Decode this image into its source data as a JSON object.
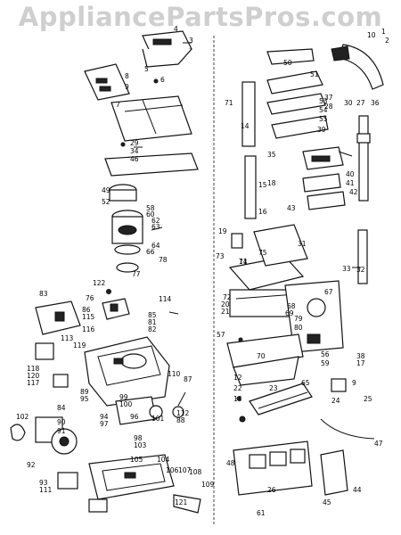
{
  "watermark": "AppliancePartsPros.com",
  "callouts_left": [
    "3",
    "4",
    "5",
    "6",
    "7",
    "8",
    "9",
    "29",
    "34",
    "46",
    "49",
    "52",
    "58",
    "60",
    "62",
    "63",
    "64",
    "66",
    "77",
    "78",
    "122",
    "76",
    "114",
    "85",
    "81",
    "82",
    "83",
    "86",
    "115",
    "116",
    "113",
    "119",
    "118",
    "120",
    "117",
    "110",
    "87",
    "112",
    "88",
    "89",
    "95",
    "94",
    "97",
    "96",
    "99",
    "100",
    "101",
    "102",
    "84",
    "90",
    "91",
    "92",
    "111",
    "93",
    "98",
    "103",
    "105",
    "104",
    "106",
    "107",
    "108",
    "109",
    "121"
  ],
  "callouts_right": [
    "1",
    "2",
    "30",
    "27",
    "36",
    "37",
    "38",
    "39",
    "40",
    "41",
    "42",
    "43",
    "12",
    "50",
    "51",
    "53",
    "54",
    "55",
    "71",
    "75",
    "19",
    "73",
    "11",
    "20",
    "21",
    "22",
    "23",
    "24",
    "25",
    "26",
    "31",
    "33",
    "35",
    "44",
    "45",
    "47",
    "48",
    "56",
    "57",
    "59",
    "61",
    "65",
    "67",
    "68",
    "69",
    "70",
    "72",
    "74",
    "79",
    "80",
    "14",
    "15",
    "16",
    "17",
    "18",
    "28",
    "32",
    "10",
    "13",
    "9"
  ]
}
